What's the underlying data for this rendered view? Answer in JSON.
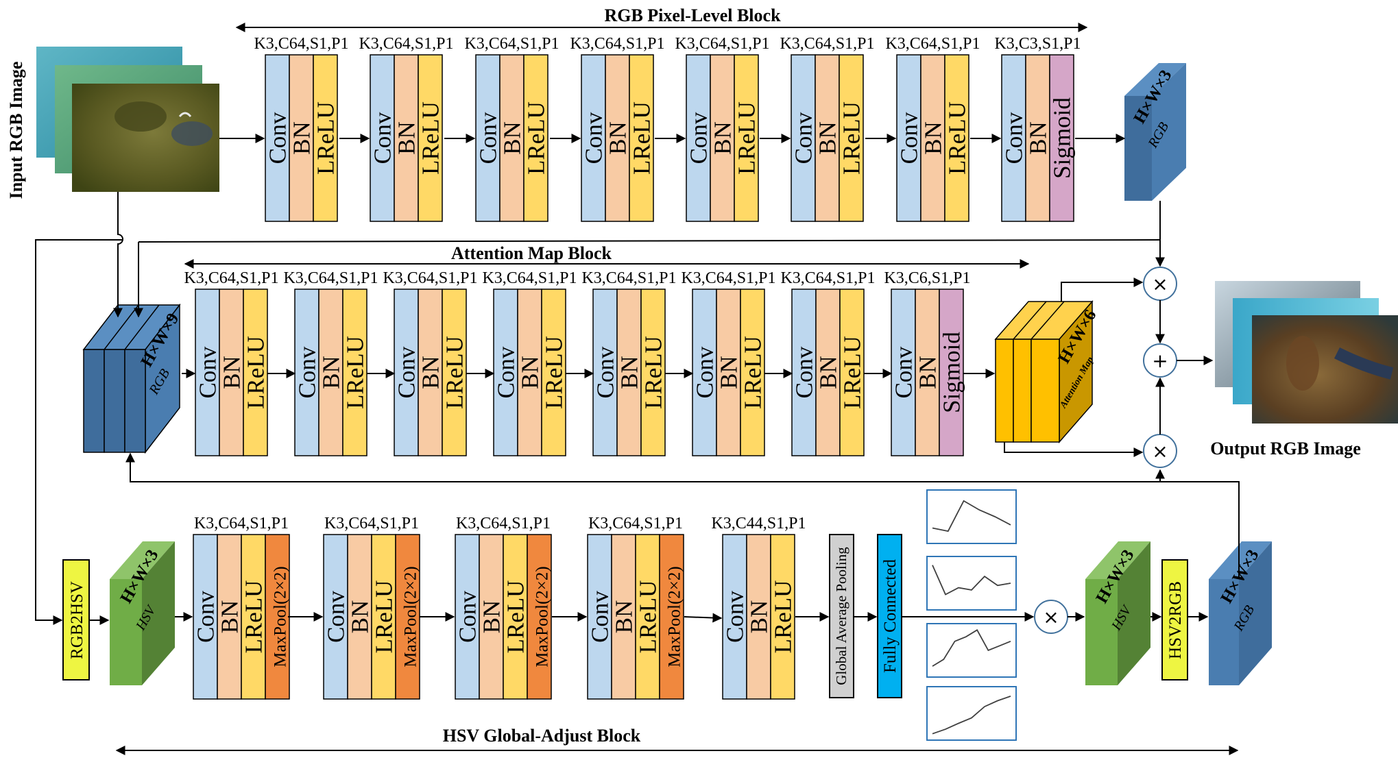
{
  "blocks": {
    "rgb_pixel": "RGB Pixel-Level Block",
    "attention": "Attention Map Block",
    "hsv_global": "HSV Global-Adjust Block"
  },
  "labels": {
    "input": "Input  RGB Image",
    "output": "Output  RGB Image",
    "rgb2hsv": "RGB2HSV",
    "hsv2rgb": "HSV2RGB",
    "gap": "Global Average Pooling",
    "fc": "Fully Connected"
  },
  "layers": {
    "conv": "Conv",
    "bn": "BN",
    "lrelu": "LReLU",
    "sigmoid": "Sigmoid",
    "maxpool": "MaxPool(2×2)"
  },
  "rgb_row_specs": [
    "K3,C64,S1,P1",
    "K3,C64,S1,P1",
    "K3,C64,S1,P1",
    "K3,C64,S1,P1",
    "K3,C64,S1,P1",
    "K3,C64,S1,P1",
    "K3,C64,S1,P1",
    "K3,C3,S1,P1"
  ],
  "att_row_specs": [
    "K3,C64,S1,P1",
    "K3,C64,S1,P1",
    "K3,C64,S1,P1",
    "K3,C64,S1,P1",
    "K3,C64,S1,P1",
    "K3,C64,S1,P1",
    "K3,C64,S1,P1",
    "K3,C6,S1,P1"
  ],
  "hsv_row_specs": [
    "K3,C64,S1,P1",
    "K3,C64,S1,P1",
    "K3,C64,S1,P1",
    "K3,C64,S1,P1",
    "K3,C44,S1,P1"
  ],
  "tensors": {
    "rgb_out": {
      "dims": "H×W×3",
      "sub": "RGB"
    },
    "concat": {
      "dims": "H×W×9",
      "sub": "RGB"
    },
    "attention": {
      "dims": "H×W×6",
      "sub": "Attention Map"
    },
    "hsv_in": {
      "dims": "H×W×3",
      "sub": "HSV"
    },
    "hsv_out": {
      "dims": "H×W×3",
      "sub": "HSV"
    },
    "rgb_final": {
      "dims": "H×W×3",
      "sub": "RGB"
    }
  },
  "operators": {
    "multiply": "×",
    "add": "+"
  },
  "curves": [
    [
      0.75,
      0.82,
      0.15,
      0.35,
      0.5,
      0.68
    ],
    [
      0.1,
      0.75,
      0.6,
      0.65,
      0.35,
      0.55,
      0.5
    ],
    [
      0.85,
      0.7,
      0.3,
      0.2,
      0.05,
      0.5,
      0.4,
      0.3
    ],
    [
      0.95,
      0.85,
      0.72,
      0.6,
      0.35,
      0.22,
      0.12
    ]
  ],
  "colors": {
    "conv": "#bdd7ee",
    "bn": "#f8cba4",
    "lrelu": "#ffd966",
    "sigmoid": "#d5a6c8",
    "maxpool": "#f0883e",
    "gap": "#d0d0d0",
    "fc": "#00b0f0",
    "rgb2hsv": "#eef542",
    "cube_blue": "#4a7db0",
    "cube_green": "#70ad47",
    "cube_gold": "#ffc000"
  }
}
